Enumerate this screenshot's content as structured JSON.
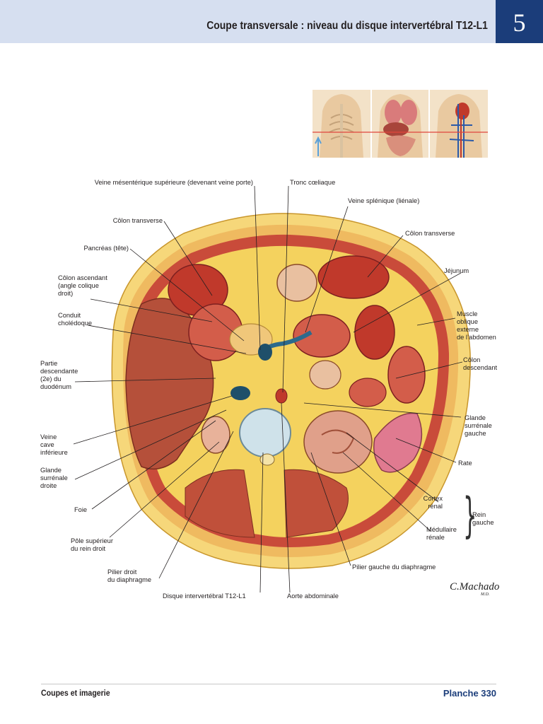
{
  "header": {
    "title": "Coupe transversale : niveau du disque intervertébral T12-L1",
    "chapter": "5"
  },
  "labels": {
    "veine_mesenterique": "Veine mésentérique supérieure (devenant veine porte)",
    "tronc_coeliaque": "Tronc cœliaque",
    "veine_splenique": "Veine splénique (liénale)",
    "colon_transverse_l": "Côlon transverse",
    "colon_transverse_r": "Côlon transverse",
    "pancreas": "Pancréas (tête)",
    "jejunum": "Jéjunum",
    "colon_ascendant": "Côlon ascendant\n(angle colique\ndroit)",
    "conduit": "Conduit\ncholédoque",
    "muscle_oblique": "Muscle\noblique\nexterne\nde l’abdomen",
    "colon_descendant": "Côlon\ndescendant",
    "partie_descendante": "Partie\ndescendante\n(2e) du\nduodénum",
    "glande_gauche": "Glande\nsurrénale\ngauche",
    "veine_cave": "Veine\ncave\ninférieure",
    "rate": "Rate",
    "glande_droite": "Glande\nsurrénale\ndroite",
    "cortex": "Cortex\nrénal",
    "rein_gauche": "Rein\ngauche",
    "foie": "Foie",
    "medullaire": "Médullaire\nrénale",
    "pole_superieur": "Pôle supérieur\ndu rein droit",
    "pilier_gauche": "Pilier gauche du diaphragme",
    "pilier_droit": "Pilier droit\ndu diaphragme",
    "disque": "Disque intervertébral T12-L1",
    "aorte": "Aorte abdominale"
  },
  "signature": {
    "name": "C.Machado",
    "suffix": "M.D."
  },
  "footer": {
    "left": "Coupes et imagerie",
    "right": "Planche 330"
  },
  "colors": {
    "header_bg": "#d6dff0",
    "chapter_bg": "#1b3d7a",
    "accent": "#1b3d7a"
  }
}
